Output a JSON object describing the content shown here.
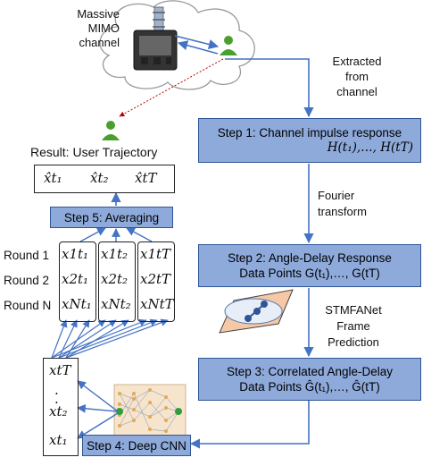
{
  "channel": {
    "title_line1": "Massive",
    "title_line2": "MIMO",
    "title_line3": "channel"
  },
  "extracted": {
    "line1": "Extracted",
    "line2": "from",
    "line3": "channel"
  },
  "result": {
    "title": "Result: User Trajectory",
    "items": [
      "x̂t₁",
      "x̂t₂",
      "x̂tT"
    ]
  },
  "steps": {
    "step1_title": "Step 1: Channel impulse response",
    "step1_formula": "H(t₁),…, H(tT)",
    "step2_title": "Step 2: Angle-Delay Response",
    "step2_line2": "Data Points G(t₁),…, G(tT)",
    "step3_title": "Step 3: Correlated Angle-Delay",
    "step3_line2": "Data Points Ĝ(t₁),…, Ĝ(tT)",
    "step4_title": "Step 4: Deep CNN",
    "step5_title": "Step 5: Averaging"
  },
  "transitions": {
    "fourier_line1": "Fourier",
    "fourier_line2": "transform",
    "stmfa_line1": "STMFANet",
    "stmfa_line2": "Frame",
    "stmfa_line3": "Prediction"
  },
  "rounds": {
    "labels": [
      "Round 1",
      "Round 2",
      "Round N"
    ],
    "col1": [
      "x1t₁",
      "x2t₁",
      "xNt₁"
    ],
    "col2": [
      "x1t₂",
      "x2t₂",
      "xNt₂"
    ],
    "col3": [
      "x1tT",
      "x2tT",
      "xNtT"
    ]
  },
  "inputs": {
    "top": "xtT",
    "dot1": ".",
    "dot2": ".",
    "mid": "xt₂",
    "bottom": "xt₁"
  },
  "colors": {
    "step_fill": "#8eaadb",
    "step_border": "#2f5597",
    "arrow": "#4472c4",
    "user_icon": "#4aa02c",
    "dashed_arrow": "#c00000"
  }
}
